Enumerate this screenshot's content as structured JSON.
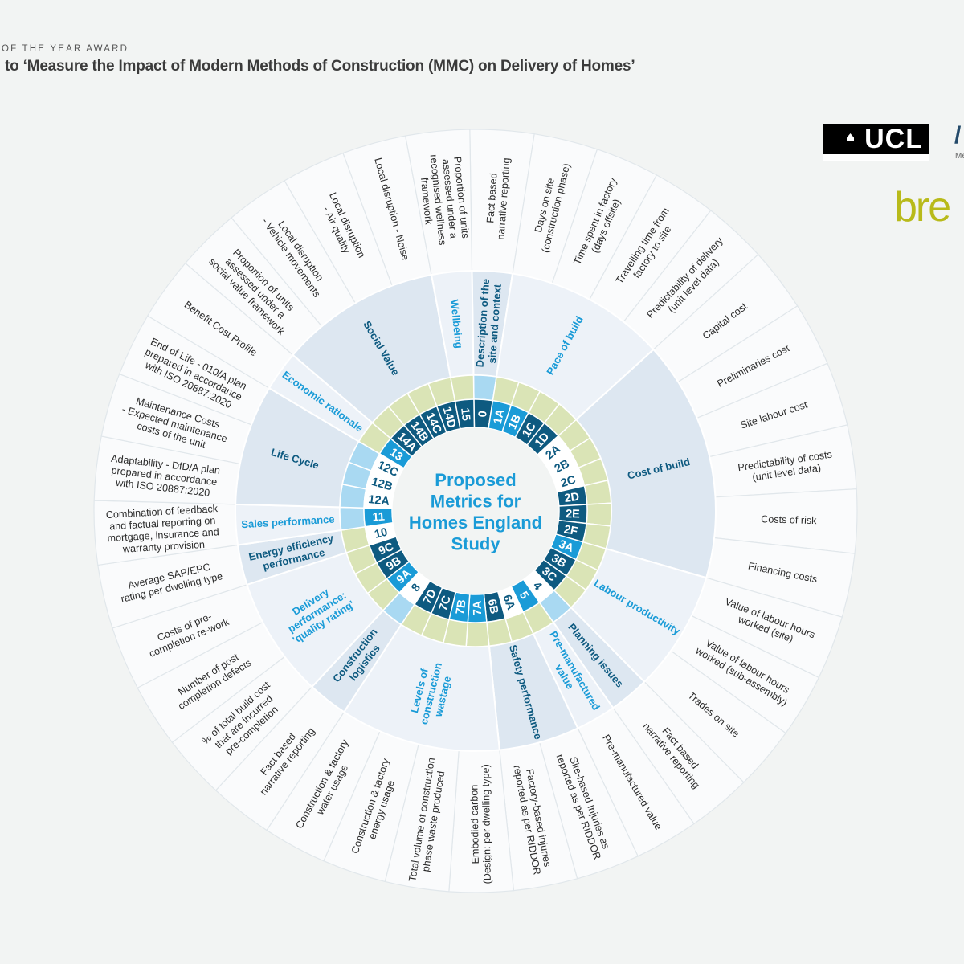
{
  "header": {
    "kicker": "OF THE YEAR AWARD",
    "title": "to ‘Measure the Impact of Modern Methods of Construction (MMC) on Delivery of Homes’"
  },
  "logos": {
    "ucl": "UCL",
    "partner_mark": "/",
    "partner_sub": "Me",
    "bre": "bre"
  },
  "colors": {
    "navy": "#0e5a80",
    "blue": "#1a9bd7",
    "light_blue": "#a9d9f2",
    "green": "#dae4b6",
    "category_dark": "#dde7f1",
    "category_light": "#edf2f8",
    "outer": "#fafbfc"
  },
  "center": {
    "lines": [
      "Proposed",
      "Metrics for",
      "Homes England",
      "Study"
    ]
  },
  "segments": [
    {
      "code": "0",
      "style": "navy",
      "ring": "light",
      "lines": [
        "Fact based",
        "narrative reporting"
      ]
    },
    {
      "code": "1A",
      "style": "blue",
      "ring": "green",
      "lines": [
        "Days on site",
        "(construction phase)"
      ]
    },
    {
      "code": "1B",
      "style": "blue",
      "ring": "green",
      "lines": [
        "Time spent in factory",
        "(days offsite)"
      ]
    },
    {
      "code": "1C",
      "style": "navy",
      "ring": "green",
      "lines": [
        "Travelling time from",
        "factory to site"
      ]
    },
    {
      "code": "1D",
      "style": "navy",
      "ring": "green",
      "lines": [
        "Predictability of delivery",
        "(unit level data)"
      ]
    },
    {
      "code": "2A",
      "style": "white",
      "ring": "green",
      "lines": [
        "Capital cost"
      ]
    },
    {
      "code": "2B",
      "style": "white",
      "ring": "green",
      "lines": [
        "Preliminaries cost"
      ]
    },
    {
      "code": "2C",
      "style": "white",
      "ring": "green",
      "lines": [
        "Site labour cost"
      ]
    },
    {
      "code": "2D",
      "style": "navy",
      "ring": "green",
      "lines": [
        "Predictability of costs",
        "(unit level data)"
      ]
    },
    {
      "code": "2E",
      "style": "navy",
      "ring": "green",
      "lines": [
        "Costs of risk"
      ]
    },
    {
      "code": "2F",
      "style": "navy",
      "ring": "green",
      "lines": [
        "Financing costs"
      ]
    },
    {
      "code": "3A",
      "style": "blue",
      "ring": "green",
      "lines": [
        "Value of labour hours",
        "worked (site)"
      ]
    },
    {
      "code": "3B",
      "style": "navy",
      "ring": "green",
      "lines": [
        "Value of labour hours",
        "worked (sub-assembly)"
      ]
    },
    {
      "code": "3C",
      "style": "navy",
      "ring": "green",
      "lines": [
        "Trades on site"
      ]
    },
    {
      "code": "4",
      "style": "white",
      "ring": "light",
      "lines": [
        "Fact based",
        "narrative reporting"
      ]
    },
    {
      "code": "5",
      "style": "blue",
      "ring": "green",
      "lines": [
        "Pre-manufactured value"
      ]
    },
    {
      "code": "6A",
      "style": "white",
      "ring": "green",
      "lines": [
        "Site-based Injuries as",
        "reported as per RIDDOR"
      ]
    },
    {
      "code": "6B",
      "style": "navy",
      "ring": "green",
      "lines": [
        "Factory-based injuries",
        "reported as per RIDDOR"
      ]
    },
    {
      "code": "7A",
      "style": "blue",
      "ring": "green",
      "lines": [
        "Embodied carbon",
        "(Design: per dwelling type)"
      ]
    },
    {
      "code": "7B",
      "style": "blue",
      "ring": "green",
      "lines": [
        "Total volume of construction",
        "phase waste produced"
      ]
    },
    {
      "code": "7C",
      "style": "navy",
      "ring": "green",
      "lines": [
        "Construction & factory",
        "energy usage"
      ]
    },
    {
      "code": "7D",
      "style": "navy",
      "ring": "green",
      "lines": [
        "Construction & factory",
        "water usage"
      ]
    },
    {
      "code": "8",
      "style": "white",
      "ring": "light",
      "lines": [
        "Fact based",
        "narrative reporting"
      ]
    },
    {
      "code": "9A",
      "style": "blue",
      "ring": "green",
      "lines": [
        "% of total build cost",
        "that are incurred",
        "pre-completion"
      ]
    },
    {
      "code": "9B",
      "style": "navy",
      "ring": "green",
      "lines": [
        "Number of post",
        "completion defects"
      ]
    },
    {
      "code": "9C",
      "style": "navy",
      "ring": "green",
      "lines": [
        "Costs of pre-",
        "completion re-work"
      ]
    },
    {
      "code": "10",
      "style": "white",
      "ring": "green",
      "lines": [
        "Average SAP/EPC",
        "rating per dwelling type"
      ]
    },
    {
      "code": "11",
      "style": "blue",
      "ring": "light",
      "lines": [
        "Combination of feedback",
        "and factual reporting on",
        "mortgage, insurance and",
        "warranty provision"
      ]
    },
    {
      "code": "12A",
      "style": "white",
      "ring": "light",
      "lines": [
        "Adaptability - DfD/A plan",
        "prepared in accordance",
        "with ISO 20887:2020"
      ]
    },
    {
      "code": "12B",
      "style": "white",
      "ring": "light",
      "lines": [
        "Maintenance Costs",
        "- Expected maintenance",
        "costs of the unit"
      ]
    },
    {
      "code": "12C",
      "style": "white",
      "ring": "light",
      "lines": [
        "End of Life - 010/A plan",
        "prepared in accordance",
        "with ISO 20887:2020"
      ]
    },
    {
      "code": "13",
      "style": "blue",
      "ring": "green",
      "lines": [
        "Benefit Cost Profile"
      ]
    },
    {
      "code": "14A",
      "style": "navy",
      "ring": "green",
      "lines": [
        "Proportion of units",
        "assessed under a",
        "social value framework"
      ]
    },
    {
      "code": "14B",
      "style": "navy",
      "ring": "green",
      "lines": [
        "Local disruption",
        "- Vehicle movements"
      ]
    },
    {
      "code": "14C",
      "style": "navy",
      "ring": "green",
      "lines": [
        "Local disruption",
        "- Air quality"
      ]
    },
    {
      "code": "14D",
      "style": "navy",
      "ring": "green",
      "lines": [
        "Local disruption - Noise"
      ]
    },
    {
      "code": "15",
      "style": "navy",
      "ring": "green",
      "lines": [
        "Proportion of units",
        "assessed under a",
        "recognised wellness",
        "framework"
      ]
    }
  ],
  "categories": [
    {
      "lines": [
        "Description of the",
        "site and context"
      ],
      "codes": [
        "0"
      ],
      "tone": "dark"
    },
    {
      "lines": [
        "Pace of build"
      ],
      "codes": [
        "1A",
        "1B",
        "1C",
        "1D"
      ],
      "tone": "light"
    },
    {
      "lines": [
        "Cost of build"
      ],
      "codes": [
        "2A",
        "2B",
        "2C",
        "2D",
        "2E",
        "2F"
      ],
      "tone": "dark"
    },
    {
      "lines": [
        "Labour productivity"
      ],
      "codes": [
        "3A",
        "3B",
        "3C"
      ],
      "tone": "light"
    },
    {
      "lines": [
        "Planning issues"
      ],
      "codes": [
        "4"
      ],
      "tone": "dark"
    },
    {
      "lines": [
        "Pre-manufactured",
        "value"
      ],
      "codes": [
        "5"
      ],
      "tone": "light"
    },
    {
      "lines": [
        "Safety performance"
      ],
      "codes": [
        "6A",
        "6B"
      ],
      "tone": "dark"
    },
    {
      "lines": [
        "Levels of",
        "construction",
        "wastage"
      ],
      "codes": [
        "7A",
        "7B",
        "7C",
        "7D"
      ],
      "tone": "light"
    },
    {
      "lines": [
        "Construction",
        "logistics"
      ],
      "codes": [
        "8"
      ],
      "tone": "dark"
    },
    {
      "lines": [
        "Delivery",
        "performance:",
        "'quality rating'"
      ],
      "codes": [
        "9A",
        "9B",
        "9C"
      ],
      "tone": "light"
    },
    {
      "lines": [
        "Energy efficiency",
        "performance"
      ],
      "codes": [
        "10"
      ],
      "tone": "dark"
    },
    {
      "lines": [
        "Sales performance"
      ],
      "codes": [
        "11"
      ],
      "tone": "light"
    },
    {
      "lines": [
        "Life Cycle"
      ],
      "codes": [
        "12A",
        "12B",
        "12C"
      ],
      "tone": "dark"
    },
    {
      "lines": [
        "Economic rationale"
      ],
      "codes": [
        "13"
      ],
      "tone": "light"
    },
    {
      "lines": [
        "Social Value"
      ],
      "codes": [
        "14A",
        "14B",
        "14C",
        "14D"
      ],
      "tone": "dark"
    },
    {
      "lines": [
        "Wellbeing"
      ],
      "codes": [
        "15"
      ],
      "tone": "light"
    }
  ]
}
